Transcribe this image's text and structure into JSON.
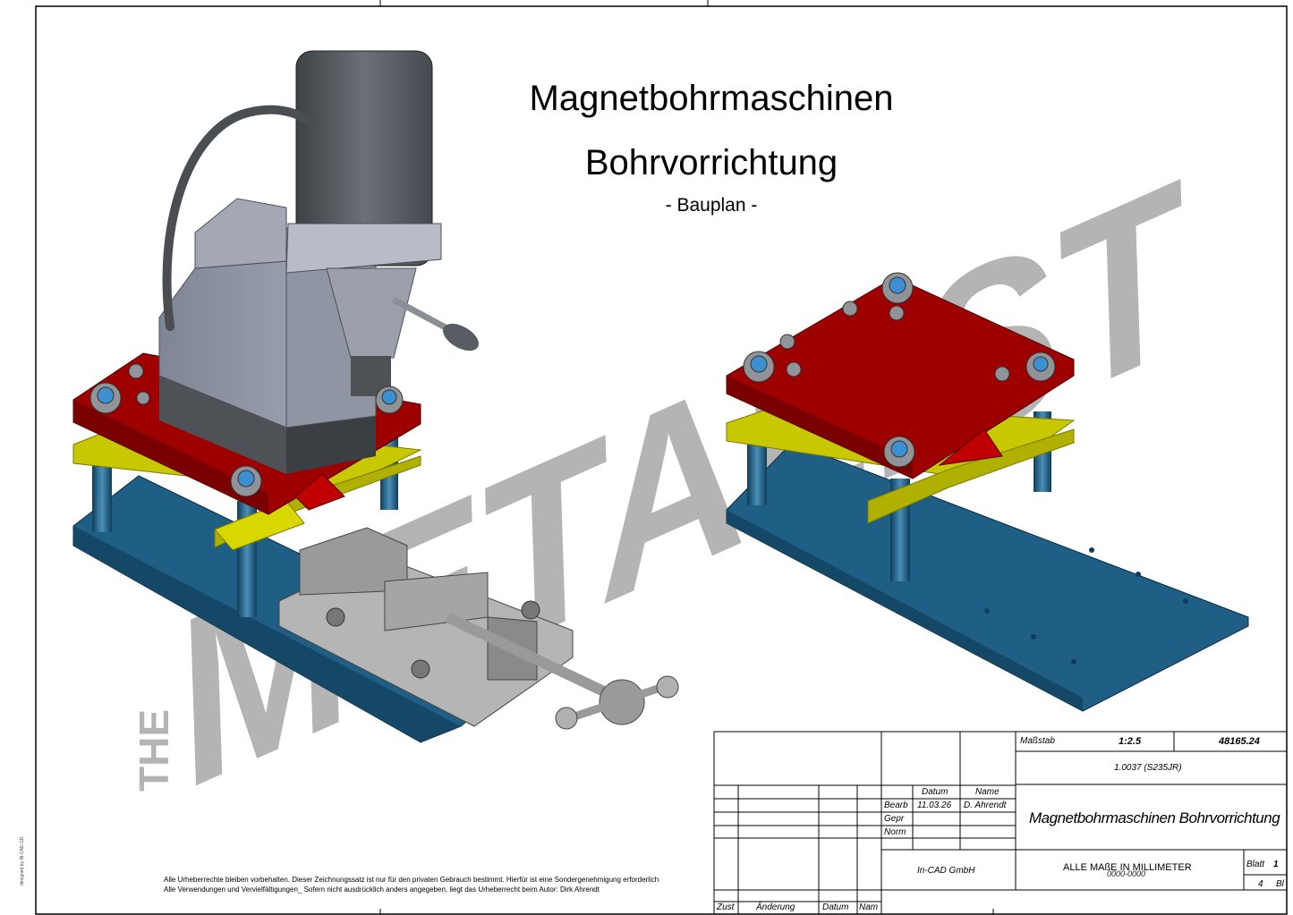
{
  "header": {
    "title": "Magnetbohrmaschinen",
    "subtitle": "Bohrvorrichtung",
    "tagline": "- Bauplan -"
  },
  "watermark": {
    "text": "METALIST",
    "small_text": "THE"
  },
  "copyright": {
    "line1": "Alle Urheberrechte bleiben vorbehalten. Dieser Zeichnungssatz ist nur für den privaten Gebrauch bestimmt. Hierfür ist eine Sondergenehmigung erforderlich",
    "line2": "Alle Verwendungen und Vervielfältigungen_ Sofern nicht ausdrücklich anders angegeben, liegt das Urheberrecht beim Autor: Dirk Ahrendt"
  },
  "side_label": "designed by IN-CAD GD",
  "title_block": {
    "scale_label": "Maßstab",
    "scale_value": "1:2.5",
    "weight": "48165.24",
    "material": "1.0037 (S235JR)",
    "col_datum": "Datum",
    "col_name": "Name",
    "row_bearb": "Bearb",
    "row_gepr": "Gepr",
    "row_norm": "Norm",
    "bearb_date": "11.03.26",
    "bearb_name": "D. Ahrendt",
    "drawing_title": "Magnetbohrmaschinen Bohrvorrichtung",
    "company": "In-CAD GmbH",
    "units_note": "ALLE MAßE IN MILLIMETER",
    "drawing_number": "0000-0000",
    "sheet_label": "Blatt",
    "sheet_value": "1",
    "sheets_total": "4",
    "sheets_label": "Bl",
    "rev_zust": "Zust",
    "rev_aenderung": "Änderung",
    "rev_datum": "Datum",
    "rev_name": "Nam"
  },
  "colors": {
    "plate_red": "#9e0000",
    "base_blue": "#1f5f86",
    "spacer_yellow": "#c8c800",
    "machine_grey": "#9aa0aa",
    "motor_dark": "#555a60",
    "watermark_grey": "#a8a8a8"
  }
}
